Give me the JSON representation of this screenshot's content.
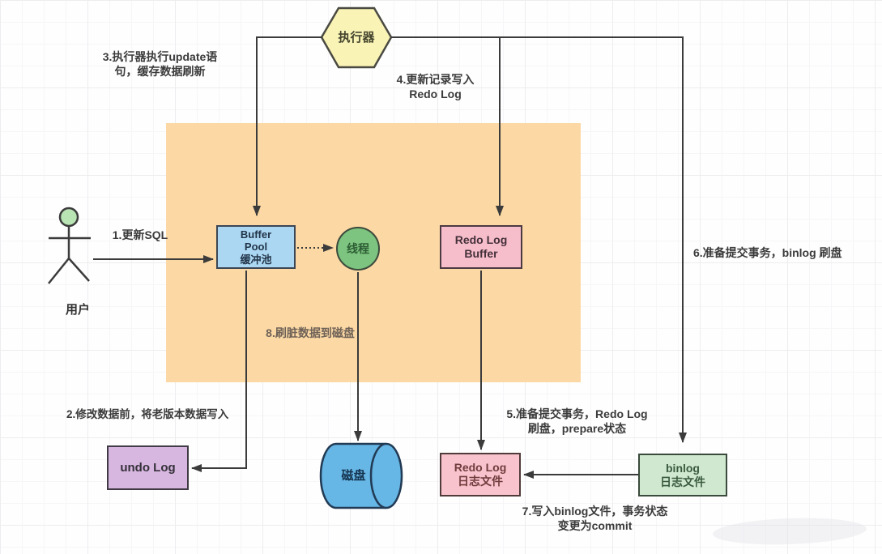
{
  "nodes": {
    "executor": "执行器",
    "user": "用户",
    "buffer_pool": [
      "Buffer",
      "Pool",
      "缓冲池"
    ],
    "thread": "线程",
    "redo_log_buffer": [
      "Redo Log",
      "Buffer"
    ],
    "undo_log": "undo Log",
    "disk": "磁盘",
    "redo_log_file": [
      "Redo Log",
      "日志文件"
    ],
    "binlog_file": [
      "binlog",
      "日志文件"
    ]
  },
  "steps": {
    "step1": "1.更新SQL",
    "step2": "2.修改数据前，将老版本数据写入",
    "step3": [
      "3.执行器执行update语",
      "句，缓存数据刷新"
    ],
    "step4": [
      "4.更新记录写入",
      "Redo Log"
    ],
    "step5": [
      "5.准备提交事务，Redo Log",
      "刷盘，prepare状态"
    ],
    "step6": "6.准备提交事务，binlog 刷盘",
    "step7": [
      "7.写入binlog文件，事务状态",
      "变更为commit"
    ],
    "step8": "8.刷脏数据到磁盘"
  },
  "colors": {
    "executor_fill": "#f9f3b5",
    "buffer_pool_fill": "#abd7f3",
    "thread_fill": "#7cc47f",
    "redo_log_buffer_fill": "#f6bdcb",
    "undo_log_fill": "#d7b7e0",
    "disk_fill": "#66b6e6",
    "redo_log_file_fill": "#f8c3cd",
    "binlog_file_fill": "#cfe8cf",
    "memory_region_fill": "#fbd8a4",
    "connector": "#3b3b3b"
  }
}
